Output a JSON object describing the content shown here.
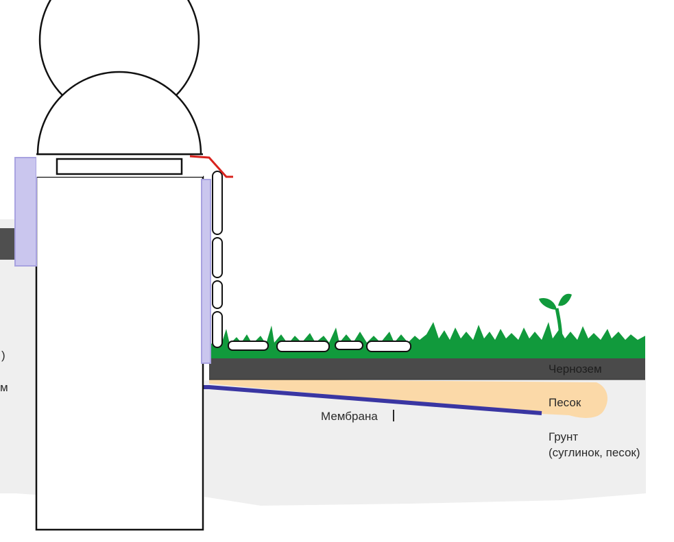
{
  "labels": {
    "chernozem": "Чернозем",
    "pesok": "Песок",
    "membrana": "Мембрана",
    "grunt_line1": "Грунт",
    "grunt_line2": "(суглинок, песок)",
    "cut_left_1": ")",
    "cut_left_2": "м"
  },
  "colors": {
    "ground": "#efefef",
    "chernozem": "#4a4a4a",
    "sand": "#fbd9a8",
    "grass": "#119a3c",
    "membrane": "#3a36a2",
    "insulation": "#cac6ee",
    "insulation_stroke": "#a8a2e0",
    "flashing": "#d8231e",
    "outline": "#111111"
  }
}
